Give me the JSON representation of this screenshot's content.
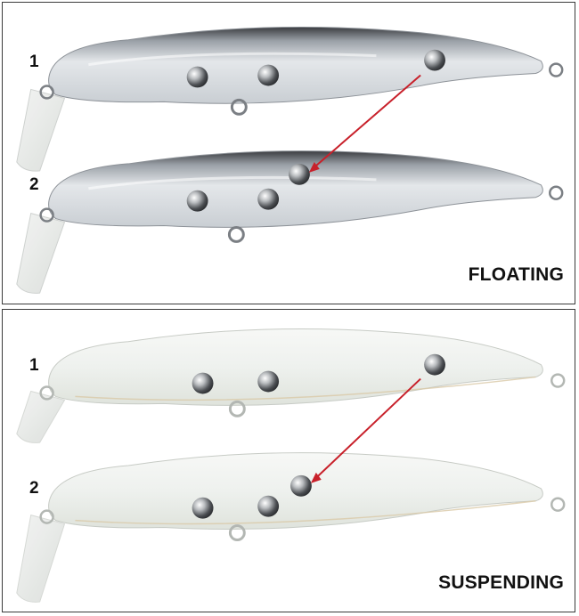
{
  "panels": [
    {
      "caption": "FLOATING",
      "lures": [
        {
          "number": "1"
        },
        {
          "number": "2"
        }
      ]
    },
    {
      "caption": "SUSPENDING",
      "lures": [
        {
          "number": "1"
        },
        {
          "number": "2"
        }
      ]
    }
  ],
  "colors": {
    "arrow": "#c8202a",
    "floating_body": "#d6dadf",
    "floating_back": "#2d2f33",
    "suspending_body": "#eef1ee",
    "ball": "#8a8d90"
  }
}
